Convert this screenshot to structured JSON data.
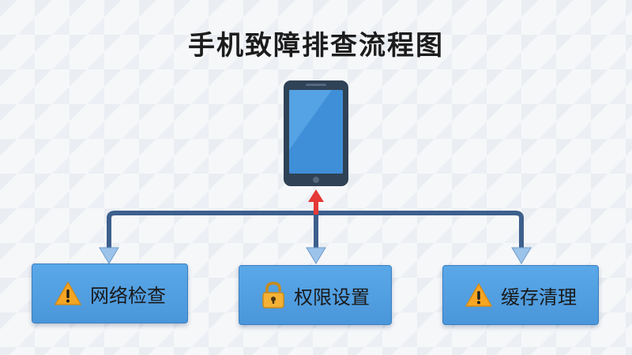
{
  "title": "手机致障排查流程图",
  "nodes": [
    {
      "label": "网络检查",
      "icon": "warning-icon"
    },
    {
      "label": "权限设置",
      "icon": "lock-icon"
    },
    {
      "label": "缓存清理",
      "icon": "warning-icon"
    }
  ],
  "colors": {
    "box_fill": "#4a96da",
    "connector": "#3d5f8c",
    "arrow_down": "#9cc3ea",
    "arrow_up": "#e53935",
    "phone_body": "#2f4256",
    "phone_screen": "#3f8fd8",
    "warning": "#f6a623",
    "lock": "#f3b235"
  }
}
